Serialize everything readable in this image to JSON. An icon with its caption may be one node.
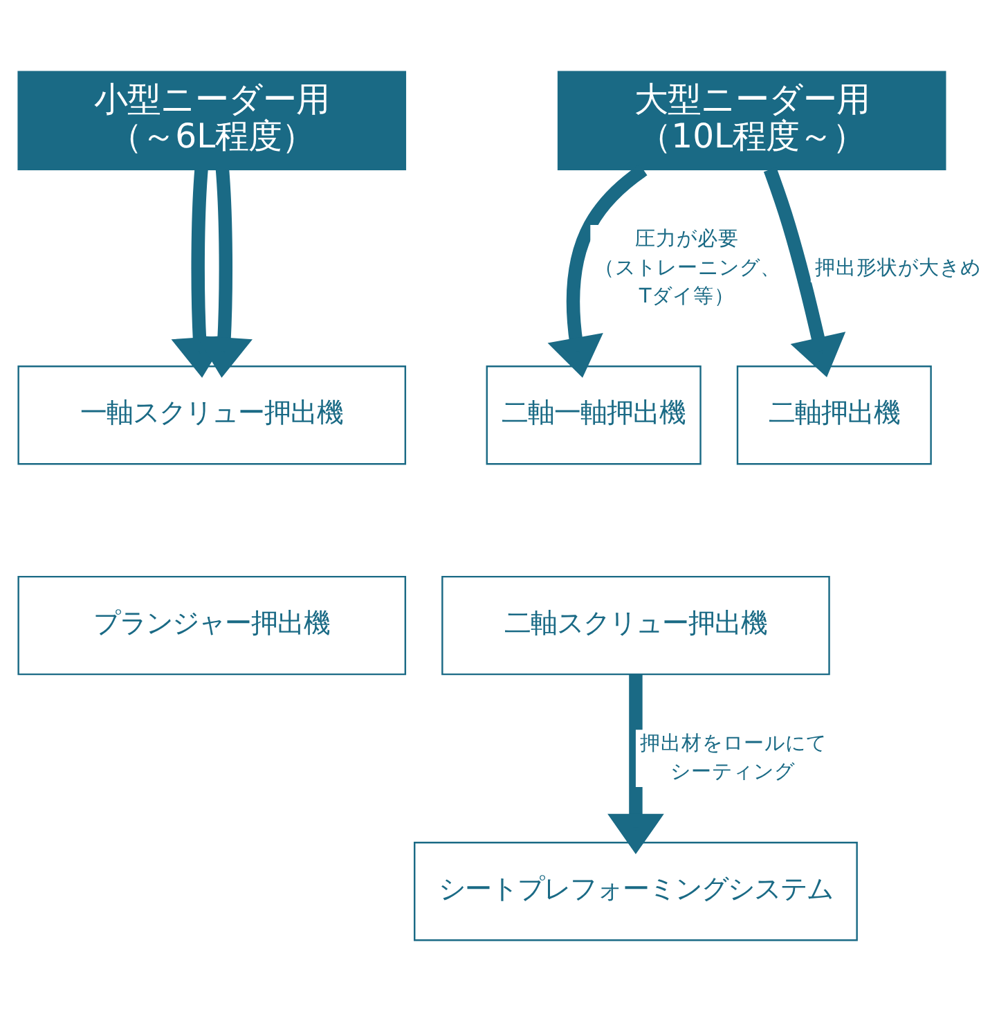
{
  "diagram": {
    "nodes": [
      {
        "text": [
          "小型ニーダー用",
          "（～6L程度）"
        ]
      },
      {
        "text": [
          "大型ニーダー用",
          "（10L程度～）"
        ]
      },
      {
        "text": [
          "一軸スクリュー押出機"
        ]
      },
      {
        "text": [
          "プランジャー押出機"
        ]
      },
      {
        "text": [
          "二軸一軸押出機"
        ]
      },
      {
        "text": [
          "二軸押出機"
        ]
      },
      {
        "text": [
          "二軸スクリュー押出機"
        ]
      },
      {
        "text": [
          "シートプレフォーミングシステム"
        ]
      }
    ],
    "edges": [
      {
        "from": 0,
        "to": 2,
        "arrow": "to"
      },
      {
        "from": 0,
        "to": 2,
        "arrow": "to"
      },
      {
        "from": 1,
        "to": 4,
        "arrow": "to",
        "label": "圧力が必要（ストレーニング、Tダイ等）"
      },
      {
        "from": 1,
        "to": 5,
        "arrow": "to",
        "label": "押出形状が大きめ"
      },
      {
        "from": 6,
        "to": 7,
        "arrow": "to",
        "label": "押出材をロールにてシーティング"
      }
    ]
  }
}
